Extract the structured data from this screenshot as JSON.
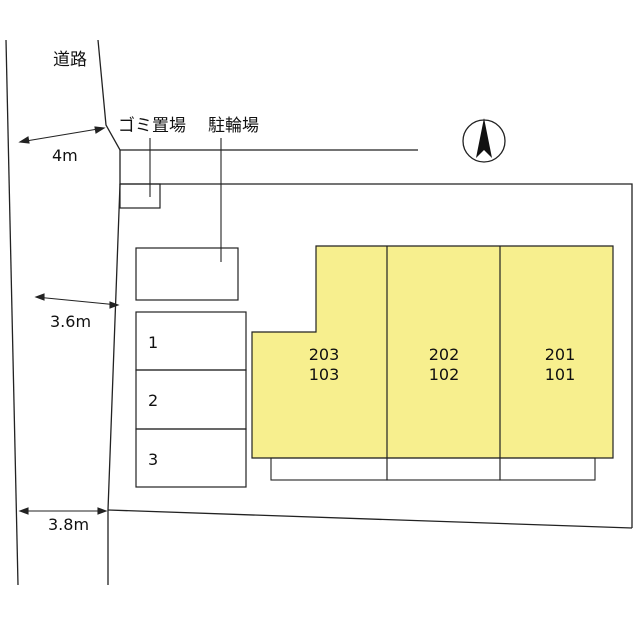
{
  "road": {
    "label": "道路"
  },
  "facilities": {
    "garbage": "ゴミ置場",
    "bicycle": "駐輪場"
  },
  "widths": [
    "4m",
    "3.6m",
    "3.8m"
  ],
  "parking": [
    "1",
    "2",
    "3"
  ],
  "units": [
    {
      "upper": "203",
      "lower": "103"
    },
    {
      "upper": "202",
      "lower": "102"
    },
    {
      "upper": "201",
      "lower": "101"
    }
  ],
  "colors": {
    "building": "#f7ef8e",
    "line": "#222222"
  },
  "icons": {
    "north": "north-arrow-icon"
  }
}
